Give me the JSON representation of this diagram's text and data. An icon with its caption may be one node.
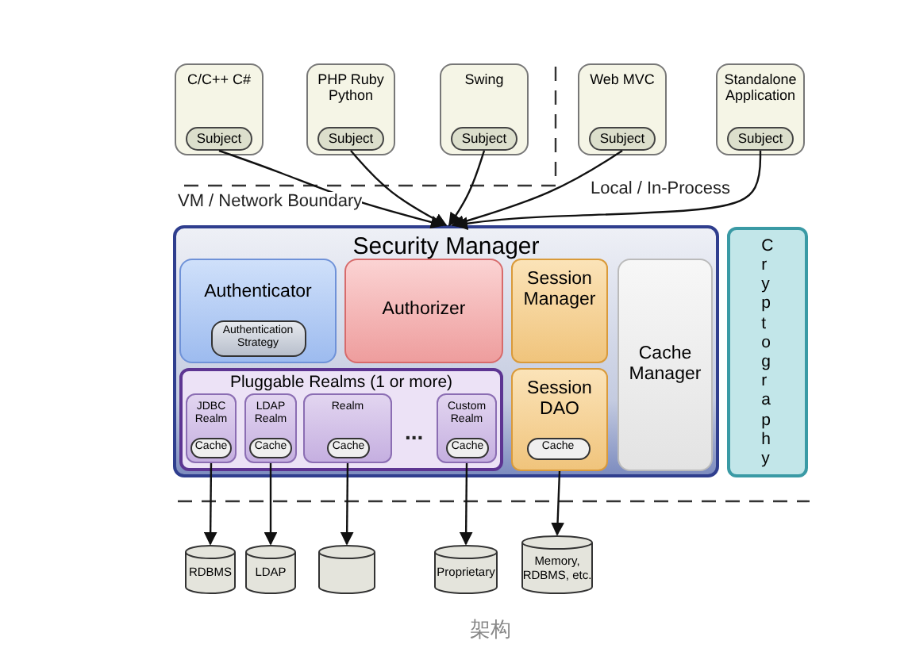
{
  "diagram": {
    "caption": "架构",
    "nodes": [
      {
        "text": [
          "C/C++ C#"
        ]
      },
      {
        "text": [
          "Subject"
        ],
        "in": 0
      },
      {
        "text": [
          "PHP Ruby Python"
        ]
      },
      {
        "text": [
          "Subject"
        ],
        "in": 2
      },
      {
        "text": [
          "Swing"
        ]
      },
      {
        "text": [
          "Subject"
        ],
        "in": 4
      },
      {
        "text": [
          "Web MVC"
        ]
      },
      {
        "text": [
          "Subject"
        ],
        "in": 6
      },
      {
        "text": [
          "Standalone Application"
        ]
      },
      {
        "text": [
          "Subject"
        ],
        "in": 8
      },
      {
        "text": [
          "Security Manager"
        ]
      },
      {
        "text": [
          "Authenticator"
        ],
        "in": 10
      },
      {
        "text": [
          "Authentication Strategy"
        ],
        "in": 11
      },
      {
        "text": [
          "Authorizer"
        ],
        "in": 10
      },
      {
        "text": [
          "Session Manager"
        ],
        "in": 10
      },
      {
        "text": [
          "Cache Manager"
        ],
        "in": 10
      },
      {
        "text": [
          "Pluggable Realms (1 or more)"
        ],
        "in": 10
      },
      {
        "text": [
          "JDBC Realm"
        ],
        "in": 16
      },
      {
        "text": [
          "Cache"
        ],
        "in": 17
      },
      {
        "text": [
          "LDAP Realm"
        ],
        "in": 16
      },
      {
        "text": [
          "Cache"
        ],
        "in": 19
      },
      {
        "text": [
          "Realm"
        ],
        "in": 16
      },
      {
        "text": [
          "Cache"
        ],
        "in": 21
      },
      {
        "text": [
          "Custom Realm"
        ],
        "in": 16
      },
      {
        "text": [
          "Cache"
        ],
        "in": 23
      },
      {
        "text": [
          "Session DAO"
        ],
        "in": 10
      },
      {
        "text": [
          "Cache"
        ],
        "in": 25
      },
      {
        "text": [
          "Cryptography"
        ]
      },
      {
        "text": [
          "RDBMS"
        ]
      },
      {
        "text": [
          "LDAP"
        ]
      },
      {
        "text": [],
        "shape": "cylinder"
      },
      {
        "text": [
          "Proprietary"
        ]
      },
      {
        "text": [
          "Memory, RDBMS, etc."
        ]
      }
    ],
    "edges": [
      {
        "from": 1,
        "to": 10,
        "arrow": "to"
      },
      {
        "from": 3,
        "to": 10,
        "arrow": "to"
      },
      {
        "from": 5,
        "to": 10,
        "arrow": "to"
      },
      {
        "from": 7,
        "to": 10,
        "arrow": "to"
      },
      {
        "from": 9,
        "to": 10,
        "arrow": "to"
      },
      {
        "from": 17,
        "to": 28,
        "arrow": "to"
      },
      {
        "from": 19,
        "to": 29,
        "arrow": "to"
      },
      {
        "from": 21,
        "to": 30,
        "arrow": "to"
      },
      {
        "from": 23,
        "to": 31,
        "arrow": "to"
      },
      {
        "from": 25,
        "to": 32,
        "arrow": "to"
      }
    ],
    "labels": [
      "VM / Network Boundary",
      "Local / In-Process",
      "..."
    ]
  }
}
